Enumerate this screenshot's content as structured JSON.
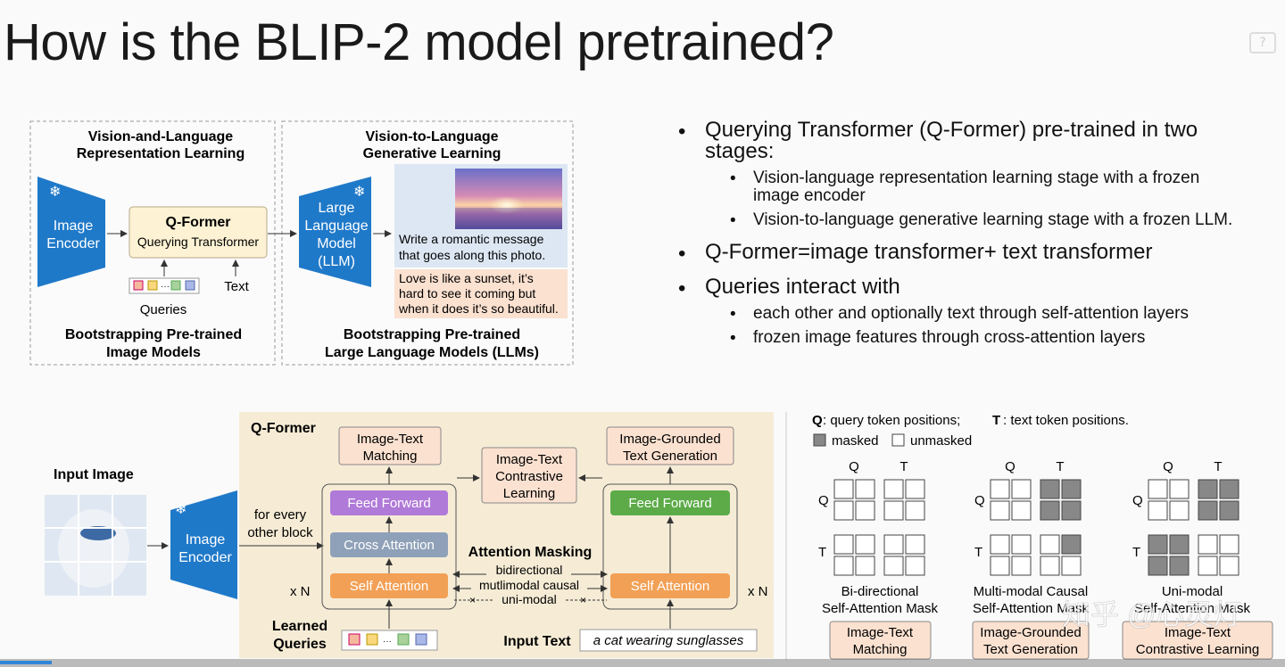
{
  "slide": {
    "title": "How is the BLIP-2 model pretrained?",
    "help_icon": "?",
    "bullets": {
      "b1_line1": "Querying Transformer (Q-Former) pre-trained in two",
      "b1_line2": "stages:",
      "b1_sub1_line1": "Vision-language representation learning stage with a frozen",
      "b1_sub1_line2": "image encoder",
      "b1_sub2": "Vision-to-language generative learning stage with a frozen LLM.",
      "b2": "Q-Former=image transformer+ text transformer",
      "b3": "Queries interact with",
      "b3_sub1": "each other and optionally text through self-attention layers",
      "b3_sub2": "frozen image features through cross-attention layers"
    }
  },
  "top_diagram": {
    "left_head_1": "Vision-and-Language",
    "left_head_2": "Representation Learning",
    "image_encoder_1": "Image",
    "image_encoder_2": "Encoder",
    "qformer": "Q-Former",
    "qformer_sub": "Querying Transformer",
    "text": "Text",
    "queries": "Queries",
    "left_foot_1": "Bootstrapping Pre-trained",
    "left_foot_2": "Image Models",
    "right_head_1": "Vision-to-Language",
    "right_head_2": "Generative Learning",
    "llm_1": "Large",
    "llm_2": "Language",
    "llm_3": "Model",
    "llm_4": "(LLM)",
    "prompt_1": "Write a romantic message",
    "prompt_2": "that goes along this photo.",
    "reply_1": "Love is like a sunset, it’s",
    "reply_2": "hard to see it coming but",
    "reply_3": "when it does it’s so beautiful.",
    "right_foot_1": "Bootstrapping Pre-trained",
    "right_foot_2": "Large Language Models (LLMs)"
  },
  "qformer_diagram": {
    "input_image": "Input Image",
    "image_encoder_1": "Image",
    "image_encoder_2": "Encoder",
    "qformer_label": "Q-Former",
    "for_every_1": "for every",
    "for_every_2": "other block",
    "itm_1": "Image-Text",
    "itm_2": "Matching",
    "itc_1": "Image-Text",
    "itc_2": "Contrastive",
    "itc_3": "Learning",
    "itg_1": "Image-Grounded",
    "itg_2": "Text Generation",
    "feed_forward_l": "Feed Forward",
    "feed_forward_r": "Feed Forward",
    "cross_attention": "Cross Attention",
    "self_attention_l": "Self Attention",
    "self_attention_r": "Self Attention",
    "attention_masking": "Attention Masking",
    "bidirectional": "bidirectional",
    "multimodal_causal": "mutlimodal causal",
    "uni_modal": "uni-modal",
    "xn_left": "x N",
    "xn_right": "x N",
    "learned_1": "Learned",
    "learned_2": "Queries",
    "input_text": "Input Text",
    "input_text_value": "a cat wearing sunglasses"
  },
  "mask_panel": {
    "q_label": "Q",
    "q_desc": ": query token positions;",
    "t_label": "T",
    "t_desc": ": text token positions.",
    "masked": "masked",
    "unmasked": "unmasked",
    "col_q": "Q",
    "col_t": "T",
    "row_q": "Q",
    "row_t": "T",
    "caption1_1": "Bi-directional",
    "caption1_2": "Self-Attention Mask",
    "caption2_1": "Multi-modal Causal",
    "caption2_2": "Self-Attention Mask",
    "caption3_1": "Uni-modal",
    "caption3_2": "Self-Attention Mask",
    "task1_1": "Image-Text",
    "task1_2": "Matching",
    "task2_1": "Image-Grounded",
    "task2_2": "Text Generation",
    "task3_1": "Image-Text",
    "task3_2": "Contrastive Learning"
  },
  "watermark": "知乎 @心灵灯",
  "colors": {
    "encoder_blue": "#1f79c9",
    "qformer_fill": "#fdf3d4",
    "panel_bg": "#f6ecd6",
    "purple": "#b07ad8",
    "slate": "#8fa1b8",
    "orange": "#f2a055",
    "green": "#5cab48",
    "mask_gray": "#888888"
  },
  "masks": {
    "bidirectional": [
      [
        0,
        0,
        0,
        0
      ],
      [
        0,
        0,
        0,
        0
      ],
      [
        0,
        0,
        0,
        0
      ],
      [
        0,
        0,
        0,
        0
      ]
    ],
    "multimodal_causal": [
      [
        0,
        0,
        1,
        1
      ],
      [
        0,
        0,
        1,
        1
      ],
      [
        0,
        0,
        0,
        1
      ],
      [
        0,
        0,
        0,
        0
      ]
    ],
    "unimodal": [
      [
        0,
        0,
        1,
        1
      ],
      [
        0,
        0,
        1,
        1
      ],
      [
        1,
        1,
        0,
        0
      ],
      [
        1,
        1,
        0,
        0
      ]
    ]
  }
}
